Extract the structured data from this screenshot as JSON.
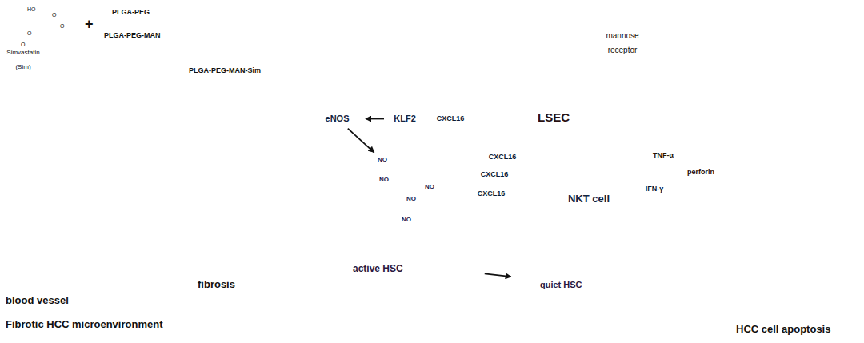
{
  "diagram": {
    "nodes": [
      {
        "text": [
          "LSEC"
        ]
      },
      {
        "text": [
          "eNOS"
        ],
        "in": 0
      },
      {
        "text": [
          "KLF2"
        ],
        "in": 0
      },
      {
        "text": [
          "CXCL16"
        ],
        "in": 0
      },
      {
        "text": [
          "NO"
        ]
      },
      {
        "text": [
          "NO"
        ]
      },
      {
        "text": [
          "NO"
        ]
      },
      {
        "text": [
          "NO"
        ]
      },
      {
        "text": [
          "NO"
        ]
      },
      {
        "text": [
          "CXCL16"
        ]
      },
      {
        "text": [
          "CXCL16"
        ]
      },
      {
        "text": [
          "CXCL16"
        ]
      },
      {
        "text": [
          "NKT cell"
        ]
      },
      {
        "text": [
          "TNF-α"
        ]
      },
      {
        "text": [
          "perforin"
        ]
      },
      {
        "text": [
          "IFN-γ"
        ]
      },
      {
        "text": [
          "active HSC"
        ]
      },
      {
        "text": [
          "quiet HSC"
        ]
      }
    ],
    "edges": [
      {
        "from": 2,
        "to": 1,
        "arrow": "to"
      },
      {
        "from": 1,
        "to": 4,
        "arrow": "to"
      },
      {
        "from": 16,
        "to": 17,
        "arrow": "to"
      }
    ],
    "labels": [
      "HO",
      "O",
      "O",
      "O",
      "O",
      "Simvastatin (Sim)",
      "+",
      "PLGA-PEG",
      "PLGA-PEG-MAN",
      "PLGA-PEG-MAN-Sim",
      "blood vessel",
      "fibrosis",
      "Fibrotic HCC microenvironment",
      "mannose receptor",
      "HCC cell apoptosis"
    ]
  }
}
